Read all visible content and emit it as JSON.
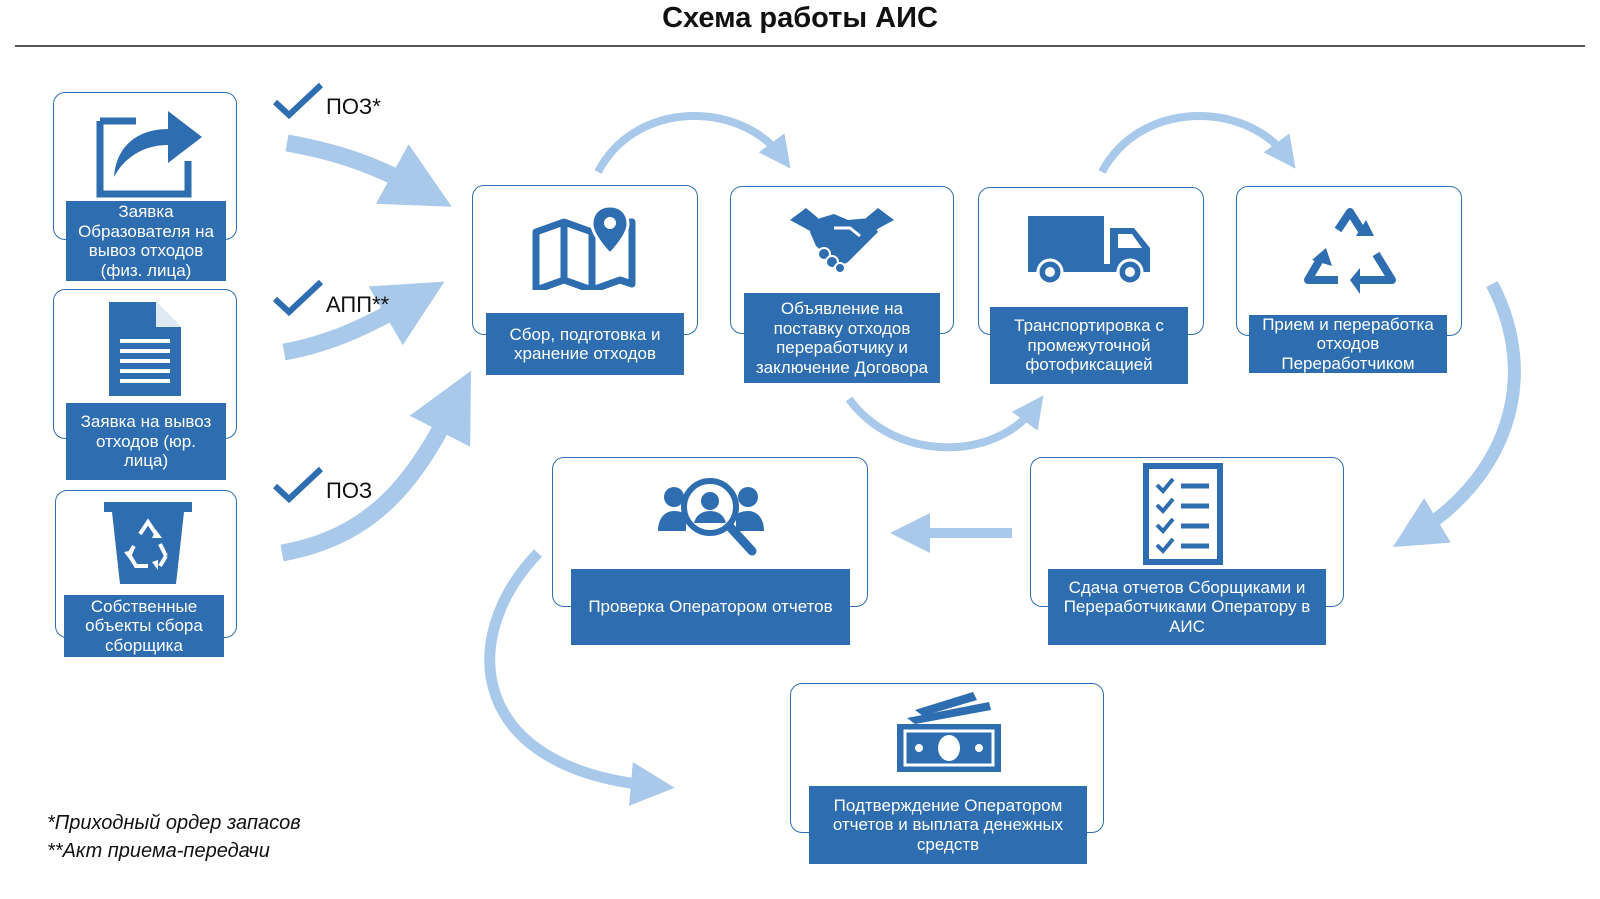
{
  "title": "Схема работы АИС",
  "colors": {
    "accent": "#2d6db0",
    "arrow": "#a9c9ea",
    "text": "#111111"
  },
  "sources": [
    {
      "label": "Заявка Образователя на вывоз отходов (физ. лица)",
      "icon": "share-arrow-icon",
      "mark": "ПОЗ*"
    },
    {
      "label": "Заявка на вывоз отходов (юр. лица)",
      "icon": "document-icon",
      "mark": "АПП**"
    },
    {
      "label": "Собственные объекты сбора сборщика",
      "icon": "recycle-bin-icon",
      "mark": "ПОЗ"
    }
  ],
  "steps": [
    {
      "label": "Сбор, подготовка и хранение отходов",
      "icon": "map-pin-icon"
    },
    {
      "label": "Объявление на поставку отходов переработчику и заключение Договора",
      "icon": "handshake-icon"
    },
    {
      "label": "Транспортировка с промежуточной фотофиксацией",
      "icon": "truck-icon"
    },
    {
      "label": "Прием и переработка отходов Переработчиком",
      "icon": "recycle-icon"
    },
    {
      "label": "Сдача отчетов Сборщиками и Переработчиками Оператору в АИС",
      "icon": "checklist-icon"
    },
    {
      "label": "Проверка Оператором отчетов",
      "icon": "user-search-icon"
    },
    {
      "label": "Подтверждение Оператором отчетов и выплата денежных средств",
      "icon": "money-icon"
    }
  ],
  "footnotes": [
    "*Приходный ордер запасов",
    "**Акт приема-передачи"
  ]
}
